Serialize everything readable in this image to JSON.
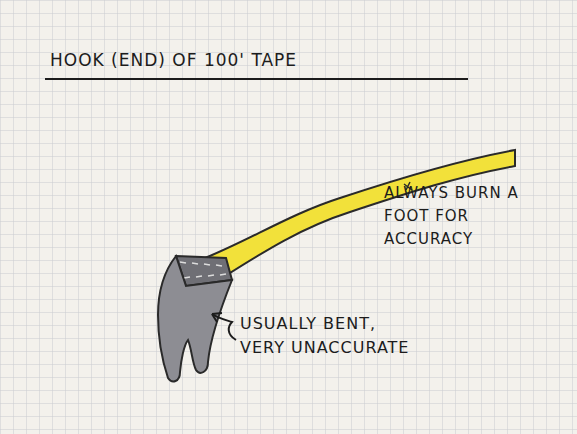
{
  "diagram": {
    "title": "HOOK (END) OF 100' TAPE",
    "labels": [
      "ALWAYS BURN A FOOT FOR ACCURACY",
      "USUALLY BENT, VERY UNACCURATE"
    ]
  }
}
